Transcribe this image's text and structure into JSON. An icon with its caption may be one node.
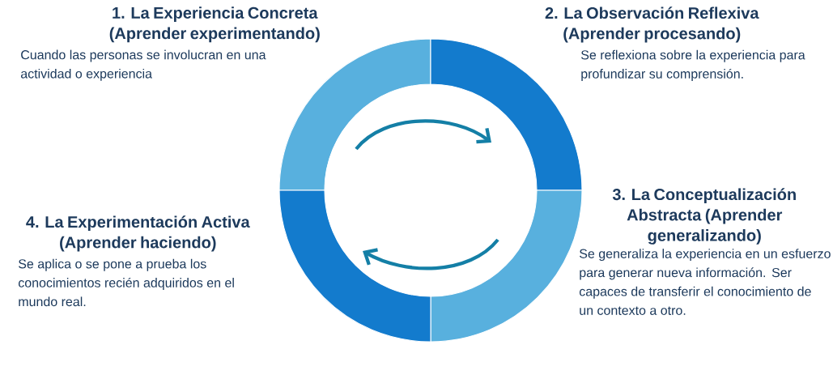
{
  "diagram": {
    "nodes": [
      {
        "text": [
          "1. La Experiencia Concreta (Aprender experimentando)",
          "Cuando las personas se involucran en una actividad o experiencia"
        ]
      },
      {
        "text": [
          "2. La Observación Reflexiva (Aprender procesando)",
          "Se reflexiona sobre la experiencia para profundizar su comprensión."
        ]
      },
      {
        "text": [
          "3. La Conceptualización Abstracta (Aprender generalizando)",
          "Se generaliza la experiencia en un esfuerzo para generar nueva información. Ser capaces de transferir el conocimiento de un contexto a otro."
        ]
      },
      {
        "text": [
          "4. La Experimentación Activa (Aprender haciendo)",
          "Se aplica o se pone a prueba los conocimientos recién adquiridos en el mundo real."
        ]
      }
    ]
  }
}
